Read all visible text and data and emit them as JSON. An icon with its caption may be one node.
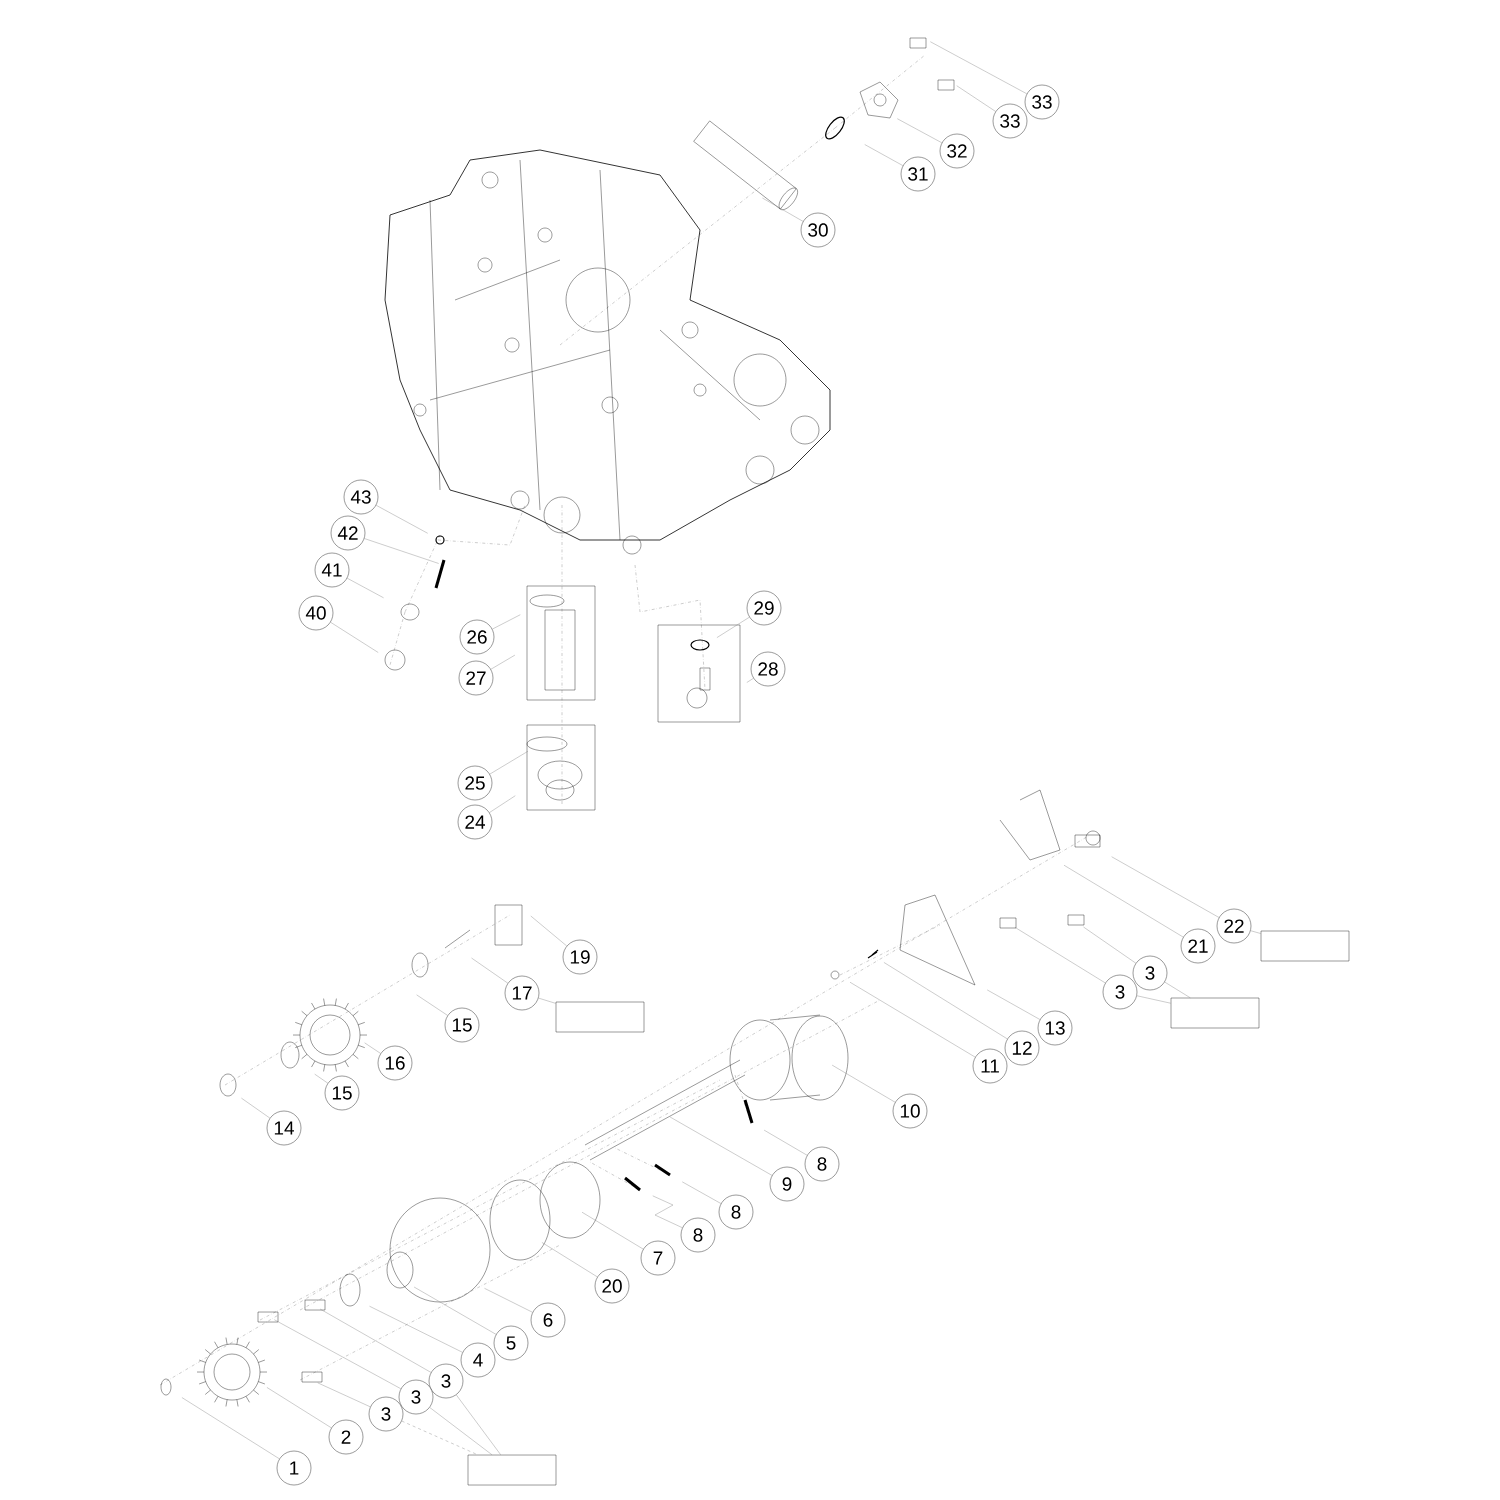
{
  "diagram": {
    "nodes": [
      {
        "text": [
          "33"
        ]
      },
      {
        "text": [
          "33"
        ]
      },
      {
        "text": [
          "32"
        ]
      },
      {
        "text": [
          "31"
        ]
      },
      {
        "text": [
          "30"
        ]
      },
      {
        "text": [
          "43"
        ]
      },
      {
        "text": [
          "42"
        ]
      },
      {
        "text": [
          "41"
        ]
      },
      {
        "text": [
          "40"
        ]
      },
      {
        "text": [
          "26"
        ]
      },
      {
        "text": [
          "27"
        ]
      },
      {
        "text": [
          "29"
        ]
      },
      {
        "text": [
          "28"
        ]
      },
      {
        "text": [
          "25"
        ]
      },
      {
        "text": [
          "24"
        ]
      },
      {
        "text": [
          "22"
        ]
      },
      {
        "text": [
          "21"
        ]
      },
      {
        "text": [
          "19"
        ]
      },
      {
        "text": [
          "17"
        ]
      },
      {
        "text": [
          "3"
        ]
      },
      {
        "text": [
          "3"
        ]
      },
      {
        "text": [
          "15"
        ]
      },
      {
        "text": [
          "13"
        ]
      },
      {
        "text": [
          "16"
        ]
      },
      {
        "text": [
          "12"
        ]
      },
      {
        "text": [
          "11"
        ]
      },
      {
        "text": [
          "15"
        ]
      },
      {
        "text": [
          "10"
        ]
      },
      {
        "text": [
          "14"
        ]
      },
      {
        "text": [
          "8"
        ]
      },
      {
        "text": [
          "9"
        ]
      },
      {
        "text": [
          "8"
        ]
      },
      {
        "text": [
          "8"
        ]
      },
      {
        "text": [
          "7"
        ]
      },
      {
        "text": [
          "20"
        ]
      },
      {
        "text": [
          "6"
        ]
      },
      {
        "text": [
          "5"
        ]
      },
      {
        "text": [
          "4"
        ]
      },
      {
        "text": [
          "3"
        ]
      },
      {
        "text": [
          "3"
        ]
      },
      {
        "text": [
          "3"
        ]
      },
      {
        "text": [
          "2"
        ]
      },
      {
        "text": [
          "1"
        ]
      },
      {
        "text": [],
        "shape": "box"
      },
      {
        "text": [],
        "shape": "box"
      },
      {
        "text": [],
        "shape": "box"
      },
      {
        "text": [],
        "shape": "box"
      }
    ],
    "edges": [
      {
        "from": 0,
        "to": null,
        "arrow": "none"
      },
      {
        "from": 1,
        "to": null,
        "arrow": "none"
      },
      {
        "from": 2,
        "to": null,
        "arrow": "none"
      },
      {
        "from": 3,
        "to": null,
        "arrow": "none"
      },
      {
        "from": 4,
        "to": null,
        "arrow": "none"
      },
      {
        "from": 5,
        "to": null,
        "arrow": "none"
      },
      {
        "from": 6,
        "to": null,
        "arrow": "none"
      },
      {
        "from": 7,
        "to": null,
        "arrow": "none"
      },
      {
        "from": 8,
        "to": null,
        "arrow": "none"
      },
      {
        "from": 9,
        "to": null,
        "arrow": "none"
      },
      {
        "from": 10,
        "to": null,
        "arrow": "none"
      },
      {
        "from": 11,
        "to": null,
        "arrow": "none"
      },
      {
        "from": 12,
        "to": null,
        "arrow": "none"
      },
      {
        "from": 13,
        "to": null,
        "arrow": "none"
      },
      {
        "from": 14,
        "to": null,
        "arrow": "none"
      },
      {
        "from": 15,
        "to": null,
        "arrow": "none"
      },
      {
        "from": 16,
        "to": null,
        "arrow": "none"
      },
      {
        "from": 17,
        "to": null,
        "arrow": "none"
      },
      {
        "from": 18,
        "to": null,
        "arrow": "none"
      },
      {
        "from": 19,
        "to": null,
        "arrow": "none"
      },
      {
        "from": 20,
        "to": null,
        "arrow": "none"
      },
      {
        "from": 21,
        "to": null,
        "arrow": "none"
      },
      {
        "from": 22,
        "to": null,
        "arrow": "none"
      },
      {
        "from": 23,
        "to": null,
        "arrow": "none"
      },
      {
        "from": 24,
        "to": null,
        "arrow": "none"
      },
      {
        "from": 25,
        "to": null,
        "arrow": "none"
      },
      {
        "from": 26,
        "to": null,
        "arrow": "none"
      },
      {
        "from": 27,
        "to": null,
        "arrow": "none"
      },
      {
        "from": 28,
        "to": null,
        "arrow": "none"
      },
      {
        "from": 29,
        "to": null,
        "arrow": "none"
      },
      {
        "from": 30,
        "to": null,
        "arrow": "none"
      },
      {
        "from": 31,
        "to": null,
        "arrow": "none"
      },
      {
        "from": 32,
        "to": null,
        "arrow": "none"
      },
      {
        "from": 33,
        "to": null,
        "arrow": "none"
      },
      {
        "from": 34,
        "to": null,
        "arrow": "none"
      },
      {
        "from": 35,
        "to": null,
        "arrow": "none"
      },
      {
        "from": 36,
        "to": null,
        "arrow": "none"
      },
      {
        "from": 37,
        "to": null,
        "arrow": "none"
      },
      {
        "from": 38,
        "to": null,
        "arrow": "none"
      },
      {
        "from": 39,
        "to": null,
        "arrow": "none"
      },
      {
        "from": 40,
        "to": null,
        "arrow": "none"
      },
      {
        "from": 41,
        "to": null,
        "arrow": "none"
      },
      {
        "from": 42,
        "to": null,
        "arrow": "none"
      },
      {
        "from": 15,
        "to": 43,
        "arrow": "none"
      },
      {
        "from": 18,
        "to": 44,
        "arrow": "none"
      },
      {
        "from": 19,
        "to": 45,
        "arrow": "none"
      },
      {
        "from": 20,
        "to": 45,
        "arrow": "none"
      },
      {
        "from": 38,
        "to": 46,
        "arrow": "none"
      },
      {
        "from": 39,
        "to": 46,
        "arrow": "none"
      },
      {
        "from": 40,
        "to": 46,
        "arrow": "none",
        "style": "dashed"
      }
    ]
  }
}
